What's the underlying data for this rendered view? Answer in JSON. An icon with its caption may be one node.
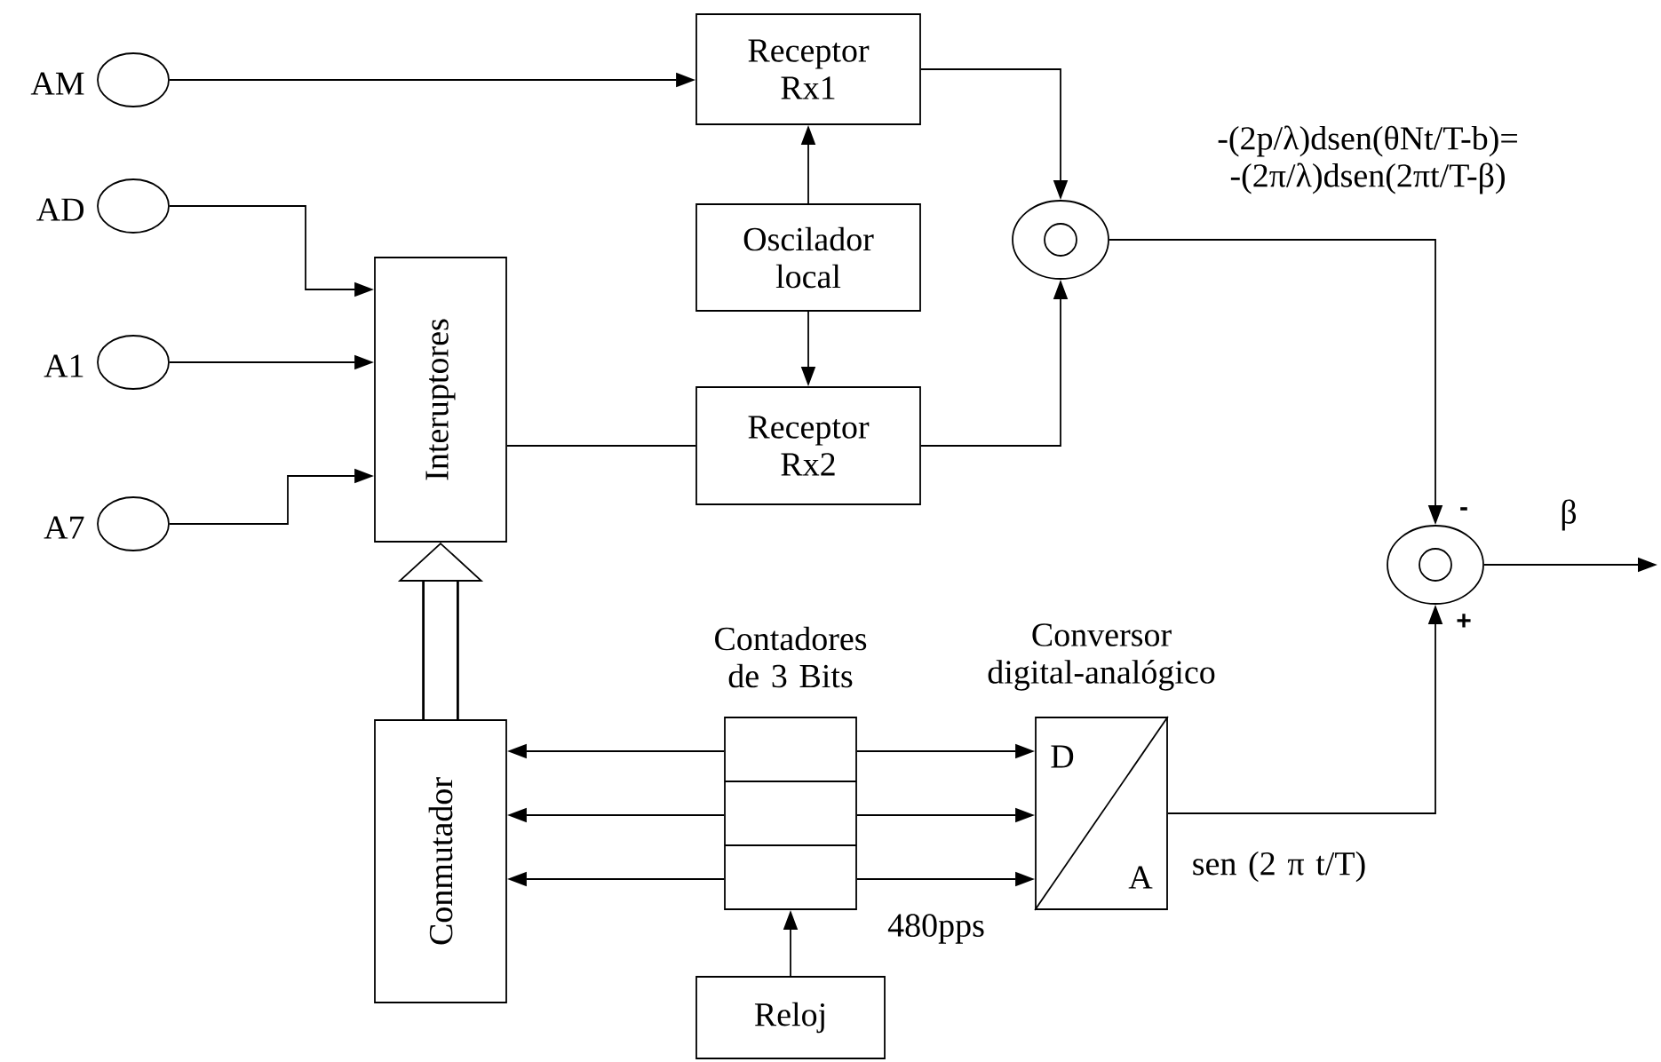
{
  "diagram": {
    "nodes": [
      {
        "text": [],
        "shape": "circle",
        "beside": [
          "AM"
        ]
      },
      {
        "text": [],
        "shape": "circle",
        "beside": [
          "AD"
        ]
      },
      {
        "text": [],
        "shape": "circle",
        "beside": [
          "A1"
        ]
      },
      {
        "text": [],
        "shape": "circle",
        "beside": [
          "A7"
        ]
      },
      {
        "text": [
          "Receptor Rx1"
        ]
      },
      {
        "text": [
          "Oscilador local"
        ]
      },
      {
        "text": [
          "Receptor Rx2"
        ]
      },
      {
        "text": [
          "Interuptores"
        ]
      },
      {
        "text": [],
        "shape": "circle"
      },
      {
        "text": [],
        "shape": "circle"
      },
      {
        "text": [
          "Conmutador"
        ]
      },
      {
        "text": [
          "Contadores de 3 Bits"
        ]
      },
      {
        "text": [
          "Conversor digital-analógico",
          "D",
          "A"
        ]
      },
      {
        "text": [
          "Reloj"
        ]
      }
    ],
    "edges": [
      {
        "from": 0,
        "to": 4,
        "arrow": "to"
      },
      {
        "from": 1,
        "to": 7,
        "arrow": "to"
      },
      {
        "from": 2,
        "to": 7,
        "arrow": "to"
      },
      {
        "from": 3,
        "to": 7,
        "arrow": "to"
      },
      {
        "from": 5,
        "to": 4,
        "arrow": "to"
      },
      {
        "from": 5,
        "to": 6,
        "arrow": "to"
      },
      {
        "from": 7,
        "to": 6,
        "arrow": "none"
      },
      {
        "from": 4,
        "to": 8,
        "arrow": "to"
      },
      {
        "from": 6,
        "to": 8,
        "arrow": "to"
      },
      {
        "from": 8,
        "to": 9,
        "arrow": "to",
        "label": "-(2p/λ)dsen(θNt/T-b)= -(2π/λ)dsen(2πt/T-β)"
      },
      {
        "from": 12,
        "to": 9,
        "arrow": "to",
        "label": "sen (2 π t/T)"
      },
      {
        "from": 9,
        "to": null,
        "arrow": "to",
        "label": "β"
      },
      {
        "from": 10,
        "to": 7,
        "arrow": "to",
        "style": "thick"
      },
      {
        "from": 11,
        "to": 10,
        "arrow": "to"
      },
      {
        "from": 11,
        "to": 10,
        "arrow": "to"
      },
      {
        "from": 11,
        "to": 10,
        "arrow": "to"
      },
      {
        "from": 11,
        "to": 12,
        "arrow": "to"
      },
      {
        "from": 11,
        "to": 12,
        "arrow": "to"
      },
      {
        "from": 11,
        "to": 12,
        "arrow": "to"
      },
      {
        "from": 13,
        "to": 11,
        "arrow": "to"
      }
    ],
    "labels": [
      "-",
      "+",
      "480pps"
    ]
  }
}
